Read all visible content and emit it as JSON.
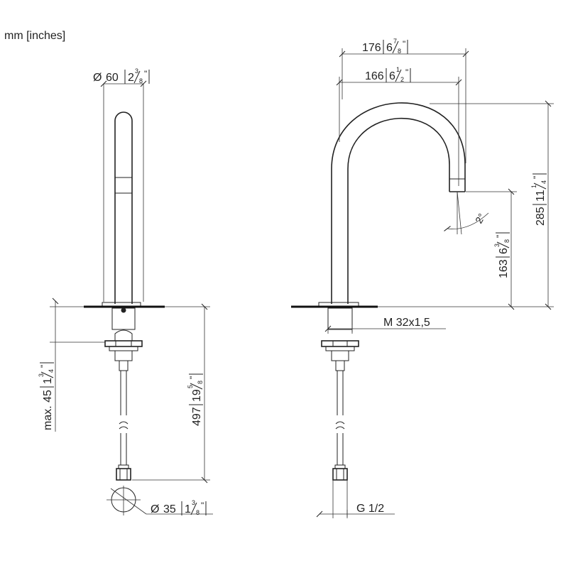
{
  "units_label": "mm [inches]",
  "dimensions": {
    "base_diameter": {
      "sym": "Ø",
      "value": "60",
      "whole": "2",
      "num": "3",
      "den": "8",
      "close": "\""
    },
    "overall_depth": {
      "value": "176",
      "whole": "6",
      "num": "7",
      "den": "8",
      "close": "\""
    },
    "spout_reach": {
      "value": "166",
      "whole": "6",
      "num": "1",
      "den": "2",
      "close": "\""
    },
    "overall_height": {
      "value": "285",
      "whole": "11",
      "num": "1",
      "den": "4",
      "close": "\""
    },
    "outlet_height": {
      "value": "163",
      "whole": "6",
      "num": "3",
      "den": "8",
      "close": "\""
    },
    "jet_angle": "2°",
    "deck_max": {
      "prefix": "max. 45",
      "whole": "1",
      "num": "3",
      "den": "4",
      "close": "\""
    },
    "hose_length": {
      "value": "497",
      "whole": "19",
      "num": "5",
      "den": "8",
      "close": "\""
    },
    "hole_diameter": {
      "sym": "Ø",
      "value": "35",
      "whole": "1",
      "num": "3",
      "den": "8",
      "close": "\""
    },
    "thread_shank": "M 32x1,5",
    "thread_connection": "G 1/2"
  }
}
